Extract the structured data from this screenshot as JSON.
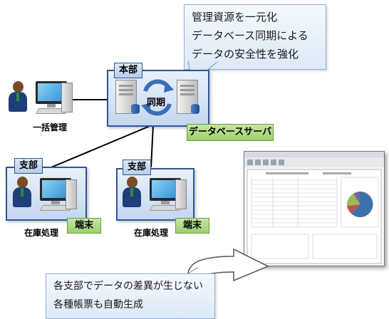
{
  "top_callout": {
    "lines": [
      "管理資源を一元化",
      "データベース同期による",
      "データの安全性を強化"
    ]
  },
  "bottom_callout": {
    "lines": [
      "各支部でデータの差異が生じない",
      "各種帳票も自動生成"
    ]
  },
  "hq": {
    "tab": "本部",
    "sync_label": "同期",
    "server_label": "データベースサーバ"
  },
  "admin": {
    "label": "一括管理"
  },
  "branch_left": {
    "tab": "支部",
    "terminal": "端末",
    "label": "在庫処理"
  },
  "branch_right": {
    "tab": "支部",
    "terminal": "端末",
    "label": "在庫処理"
  },
  "colors": {
    "panel_border": "#2f5597",
    "green_label": "#9ccf6c",
    "sync_arrow": "#3a6fb5",
    "pie": [
      "#3f6fa8",
      "#c0504d",
      "#9bbb59",
      "#8064a2"
    ]
  }
}
